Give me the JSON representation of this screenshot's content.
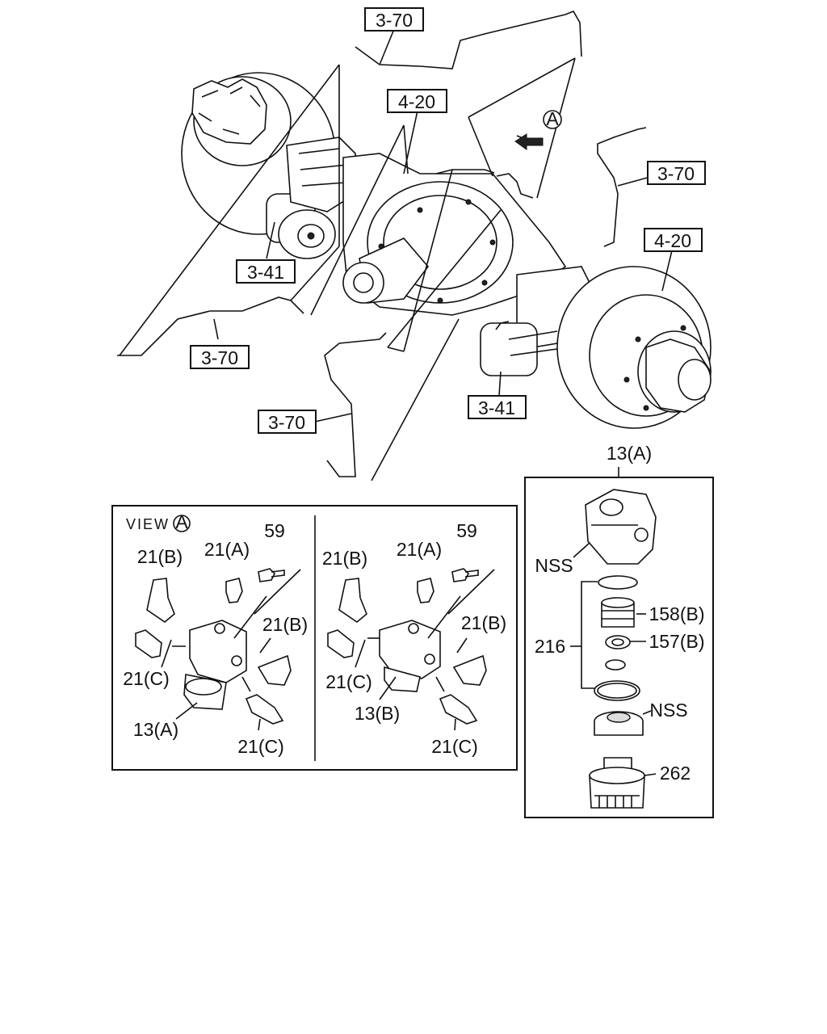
{
  "callouts": {
    "ref_3_70_top": "3-70",
    "ref_4_20_top": "4-20",
    "ref_3_70_right": "3-70",
    "ref_4_20_right": "4-20",
    "ref_3_41_left": "3-41",
    "ref_3_70_left": "3-70",
    "ref_3_41_right": "3-41",
    "ref_3_70_bottom": "3-70",
    "view_marker": "A"
  },
  "view_a_panel": {
    "title_text": "VIEW",
    "title_marker": "A",
    "left": {
      "p59": "59",
      "p21a": "21(A)",
      "p21b_top": "21(B)",
      "p21b_right": "21(B)",
      "p21c_left": "21(C)",
      "p21c_bottom": "21(C)",
      "p13": "13(A)"
    },
    "right": {
      "p59": "59",
      "p21a": "21(A)",
      "p21b_top": "21(B)",
      "p21b_right": "21(B)",
      "p21c_left": "21(C)",
      "p21c_bottom": "21(C)",
      "p13": "13(B)"
    }
  },
  "exploded_panel": {
    "header": "13(A)",
    "nss_top": "NSS",
    "p158": "158(B)",
    "p216": "216",
    "p157": "157(B)",
    "nss_bottom": "NSS",
    "p262": "262"
  }
}
